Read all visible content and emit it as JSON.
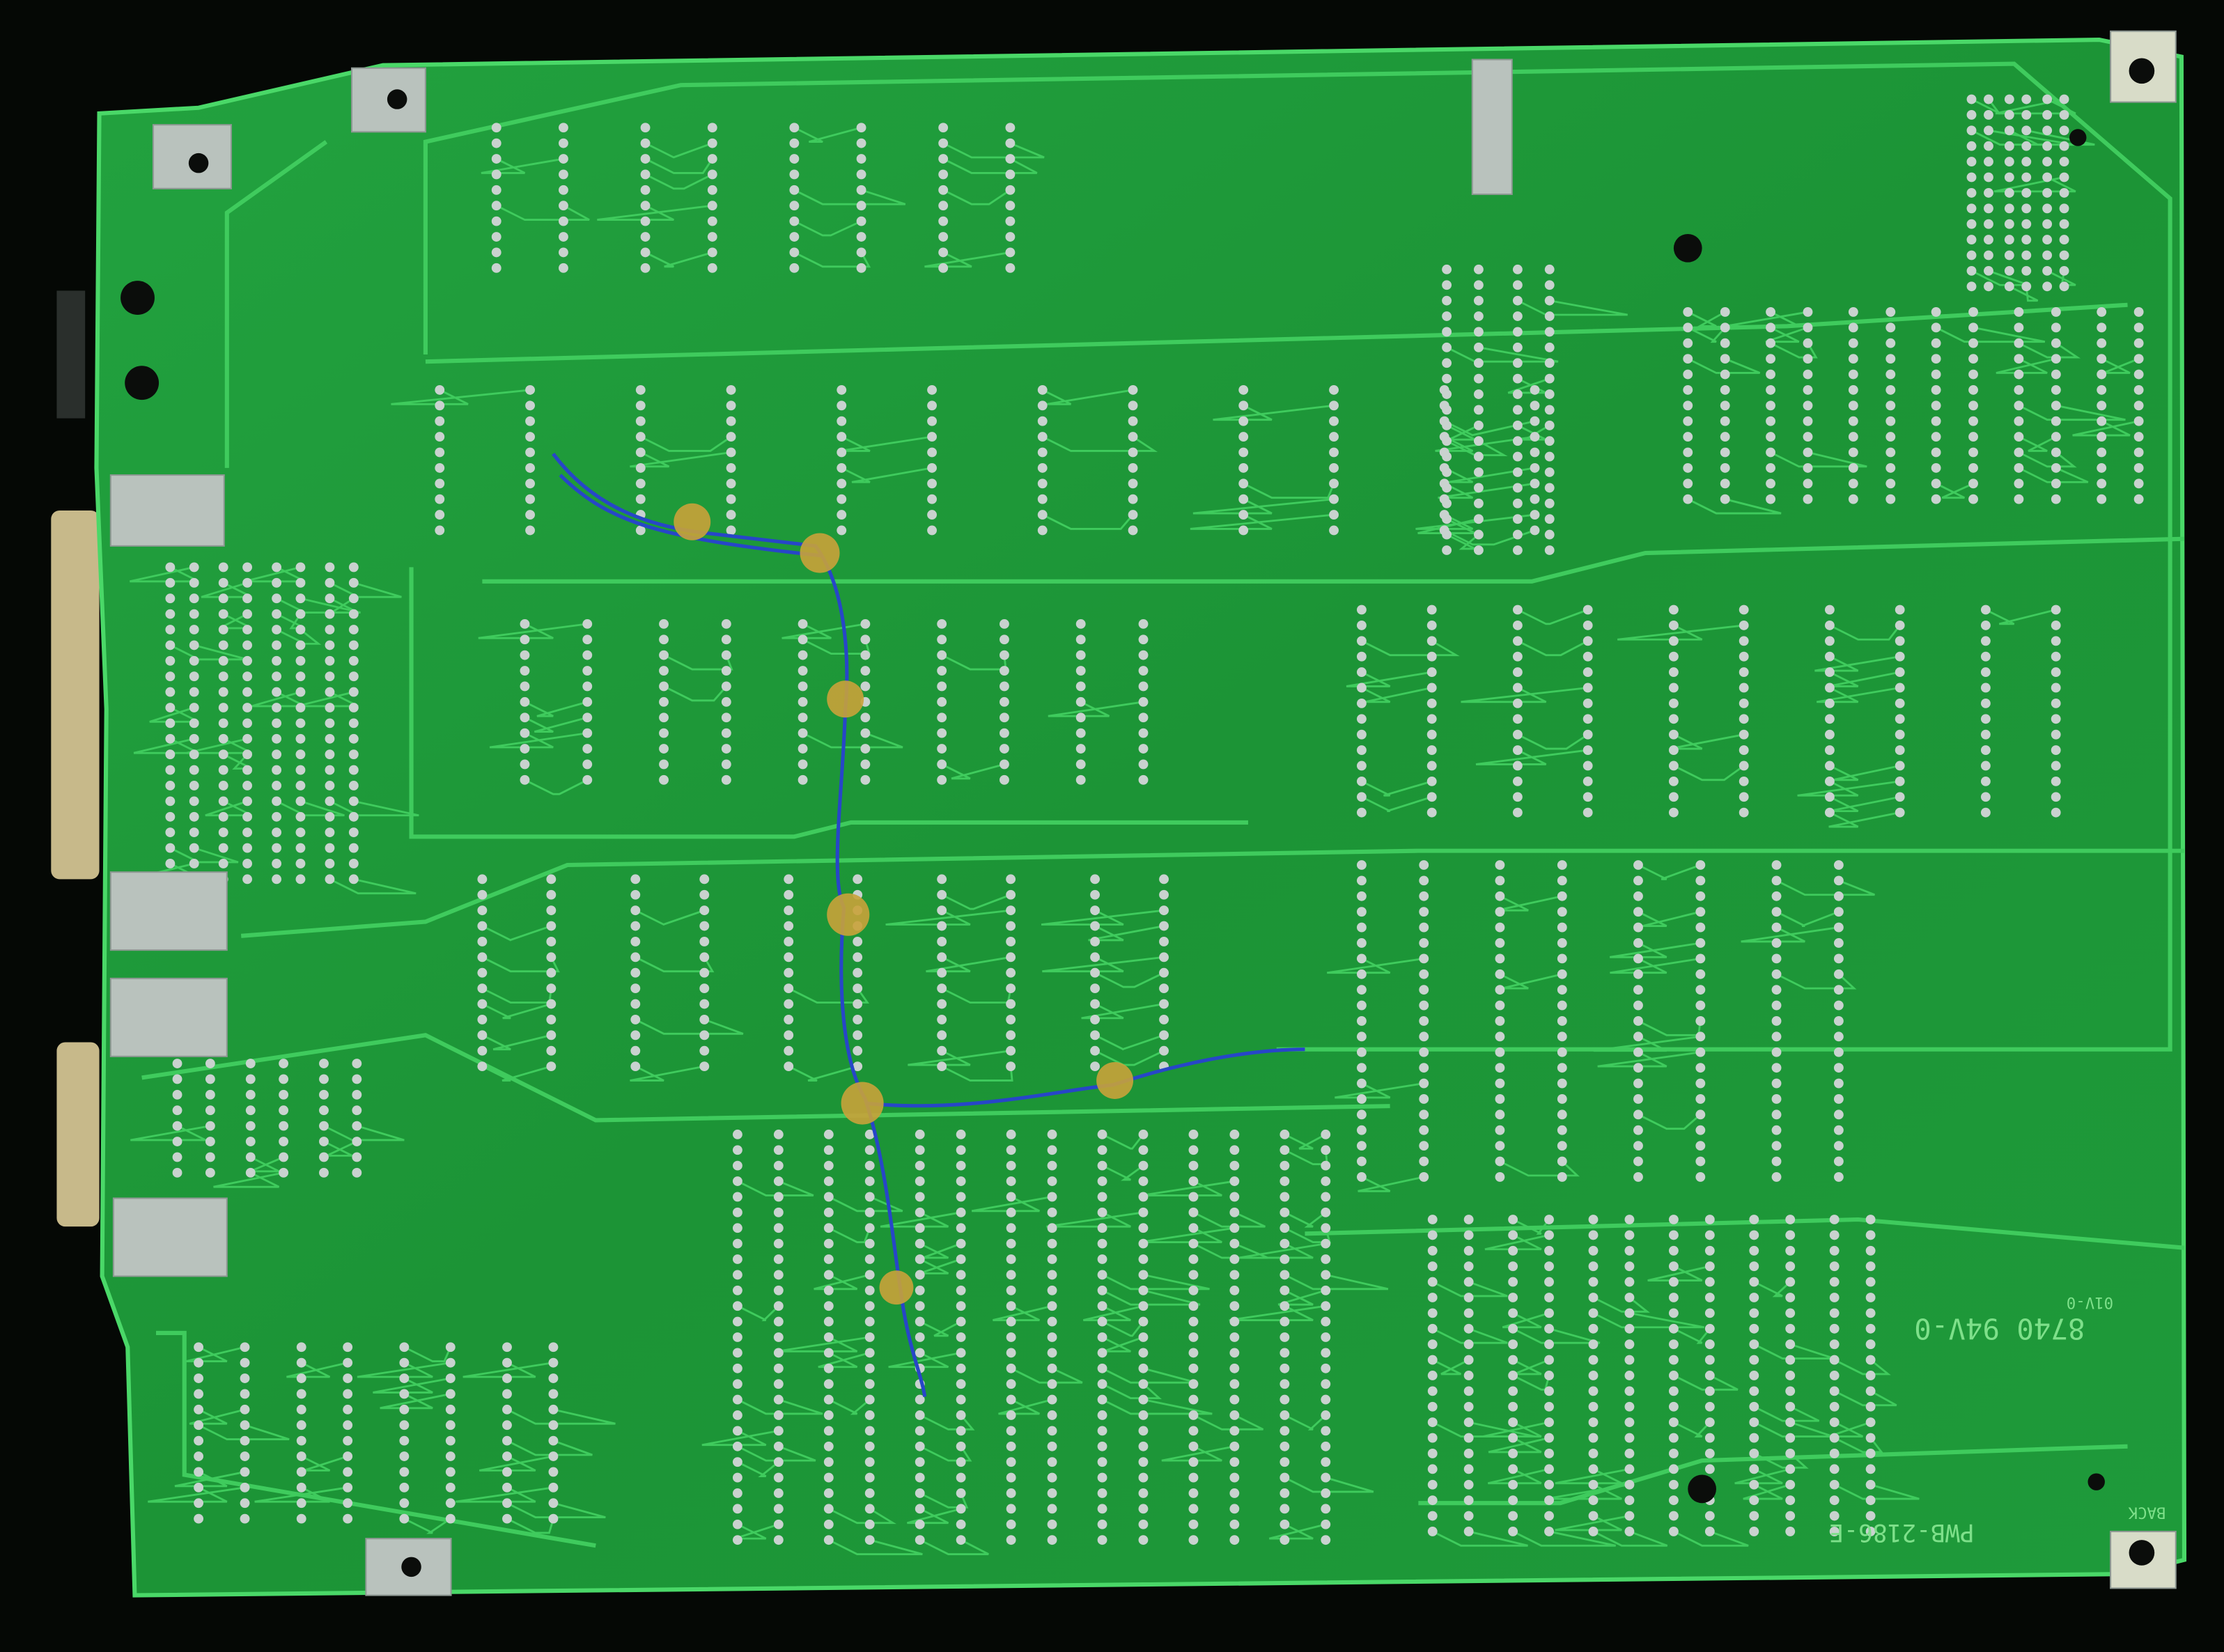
{
  "board": {
    "part_number": "PWB-2186-E",
    "date_rating": "8740 94V-0",
    "ul_mark": "01V-0",
    "side_label": "BACK"
  },
  "colors": {
    "background": "#050805",
    "soldermask": "#1f9a3a",
    "trace": "#3cc85a",
    "pad": "#c9d2cf",
    "jumper_wire": "#2746c8",
    "glue": "#c9a23a",
    "metal": "#b8c0bc"
  }
}
